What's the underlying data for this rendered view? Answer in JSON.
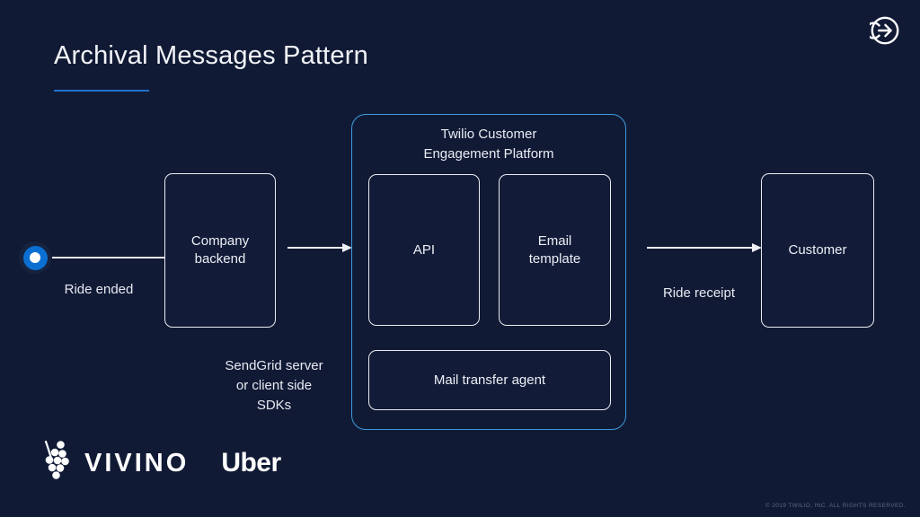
{
  "slide": {
    "title": "Archival Messages Pattern",
    "background_color": "#111a35",
    "accent_color": "#1f72cf",
    "platform_border_color": "#3e9bdd"
  },
  "brand": {
    "mark_name": "twilio-logo",
    "copyright": "© 2019 TWILIO, INC. ALL RIGHTS RESERVED."
  },
  "diagram": {
    "start_marker": "ride-ended-dot",
    "captions": {
      "ride_ended": "Ride ended",
      "sendgrid": "SendGrid server\nor client side\nSDKs",
      "ride_receipt": "Ride receipt"
    },
    "nodes": {
      "company": "Company\nbackend",
      "api": "API",
      "email_template": "Email\ntemplate",
      "mail_transfer_agent": "Mail transfer agent",
      "customer": "Customer"
    },
    "platform": {
      "title": "Twilio Customer\nEngagement Platform"
    },
    "arrows": [
      {
        "name": "arrow-company-to-platform",
        "from": "Company backend",
        "to": "Twilio Customer Engagement Platform"
      },
      {
        "name": "arrow-platform-to-customer",
        "from": "Twilio Customer Engagement Platform",
        "to": "Customer"
      }
    ]
  },
  "footer": {
    "logos": [
      {
        "name": "vivino-logo",
        "label": "VIVINO"
      },
      {
        "name": "uber-logo",
        "label": "Uber"
      }
    ]
  }
}
